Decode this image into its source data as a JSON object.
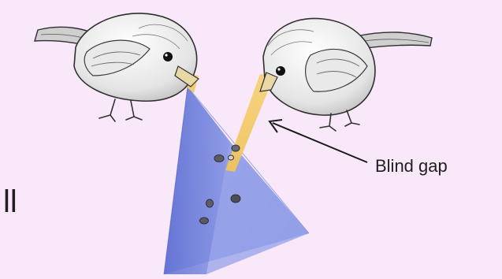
{
  "annotation": {
    "label": "Blind gap"
  },
  "edge_fragment": "ll",
  "colors": {
    "background": "#f9e8f9",
    "view_cone_blue": "#7d8fe3",
    "blind_gap_yellow": "#f3cf73",
    "arrow": "#1a1a1a"
  },
  "icons": [
    "left-bird-illustration",
    "right-bird-illustration",
    "seed-icon",
    "arrow-icon"
  ]
}
